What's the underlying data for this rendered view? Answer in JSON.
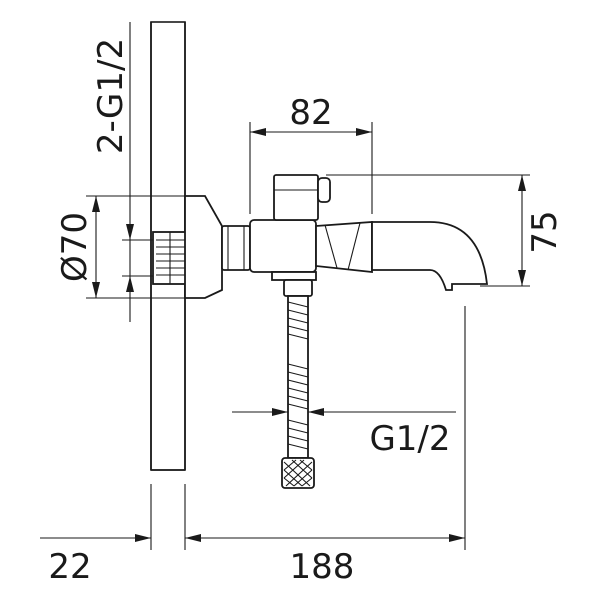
{
  "dimensions": {
    "depth_top": "82",
    "height_right": "75",
    "flange_diameter": "Ø70",
    "inlet_thread": "2-G1/2",
    "hose_thread": "G1/2",
    "wall_thickness": "22",
    "overall_projection": "188"
  }
}
